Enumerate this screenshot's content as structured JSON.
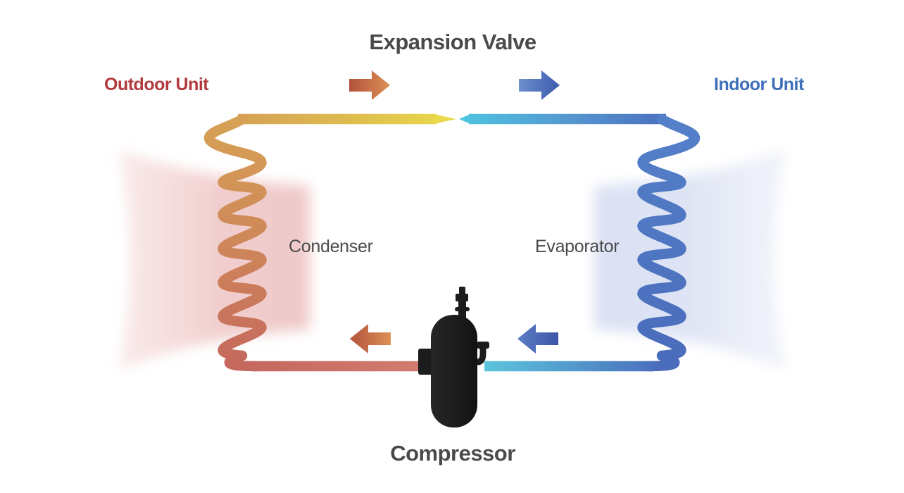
{
  "diagram": {
    "title": "Expansion Valve",
    "outdoor_unit_label": "Outdoor Unit",
    "indoor_unit_label": "Indoor Unit",
    "condenser_label": "Condenser",
    "evaporator_label": "Evaporator",
    "compressor_label": "Compressor",
    "arrows": [
      {
        "name": "top-left-flow-arrow",
        "direction": "right",
        "side": "hot"
      },
      {
        "name": "top-right-flow-arrow",
        "direction": "right",
        "side": "cold"
      },
      {
        "name": "bottom-left-flow-arrow",
        "direction": "left",
        "side": "hot"
      },
      {
        "name": "bottom-right-flow-arrow",
        "direction": "left",
        "side": "cold"
      }
    ],
    "colors": {
      "outdoor_label_text": "#b23a3e",
      "indoor_label_text": "#3e6fb9",
      "heading_text": "#4a4a4a",
      "hot_pipe_tan": "#d6a155",
      "hot_pipe_yellow": "#e9d94b",
      "hot_pipe_red": "#c5685e",
      "cold_pipe_cyan": "#4ec5e0",
      "cold_pipe_blue": "#4a70bd",
      "hot_glow": "#f0caca",
      "cold_glow": "#dbe2f3",
      "compressor_body": "#1c1c1c",
      "hot_arrow_dark": "#b2523c",
      "hot_arrow_light": "#dd9055",
      "cold_arrow_light": "#6e8ecd",
      "cold_arrow_dark": "#3c55a7"
    }
  }
}
